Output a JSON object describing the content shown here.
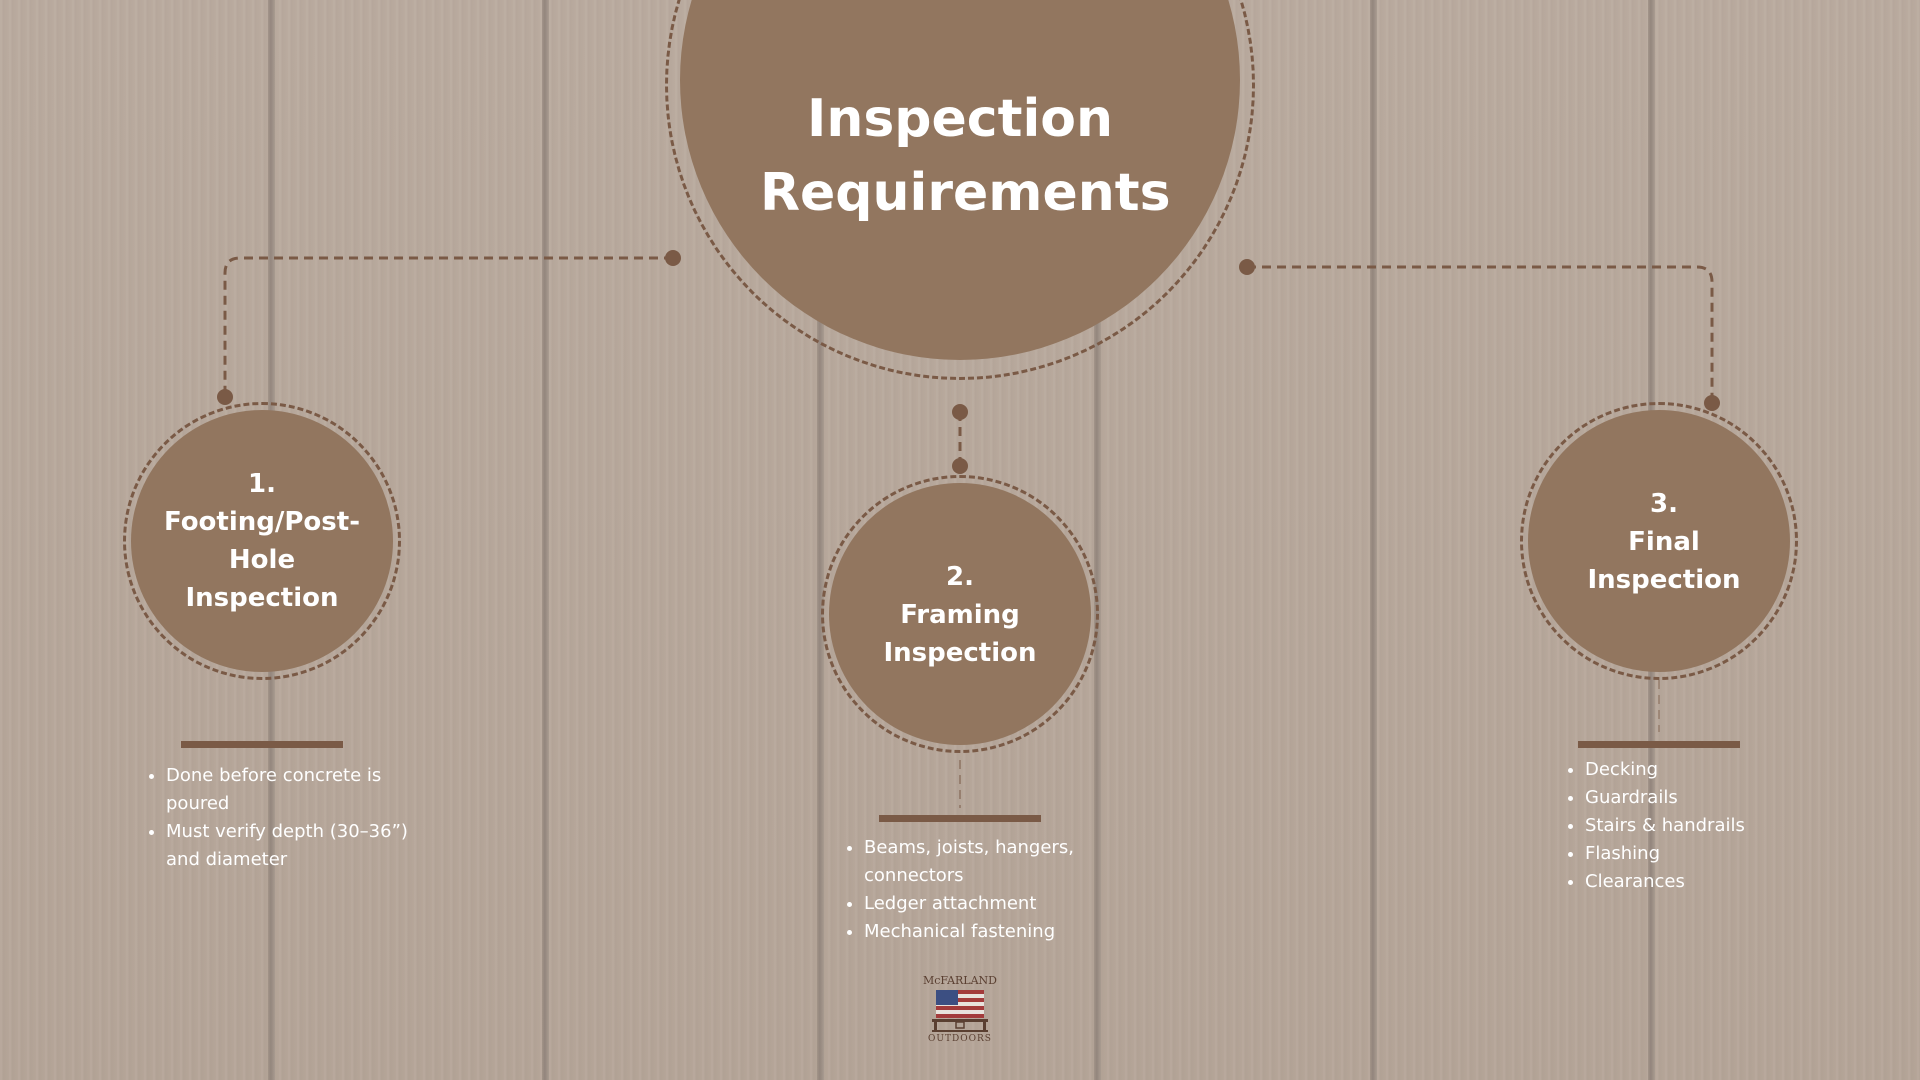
{
  "title_lines": [
    "Inspection",
    "Requirements"
  ],
  "nodes": [
    {
      "label_lines": [
        "1.",
        "Footing/Post-",
        "Hole",
        "Inspection"
      ],
      "bullets": [
        "Done before concrete is poured",
        "Must verify depth (30–36”) and diameter"
      ]
    },
    {
      "label_lines": [
        "2.",
        "Framing",
        "Inspection"
      ],
      "bullets": [
        "Beams, joists, hangers, connectors",
        "Ledger attachment",
        "Mechanical fastening"
      ]
    },
    {
      "label_lines": [
        "3.",
        "Final",
        "Inspection"
      ],
      "bullets": [
        "Decking",
        "Guardrails",
        "Stairs & handrails",
        "Flashing",
        "Clearances"
      ]
    }
  ],
  "logo": {
    "top_text": "McFARLAND",
    "bottom_text": "OUTDOORS",
    "icon": "american-flag-deck-icon"
  },
  "colors": {
    "node_fill": "#92765f",
    "accent": "#7a5a46",
    "background": "#b7a89b",
    "text": "#ffffff"
  }
}
